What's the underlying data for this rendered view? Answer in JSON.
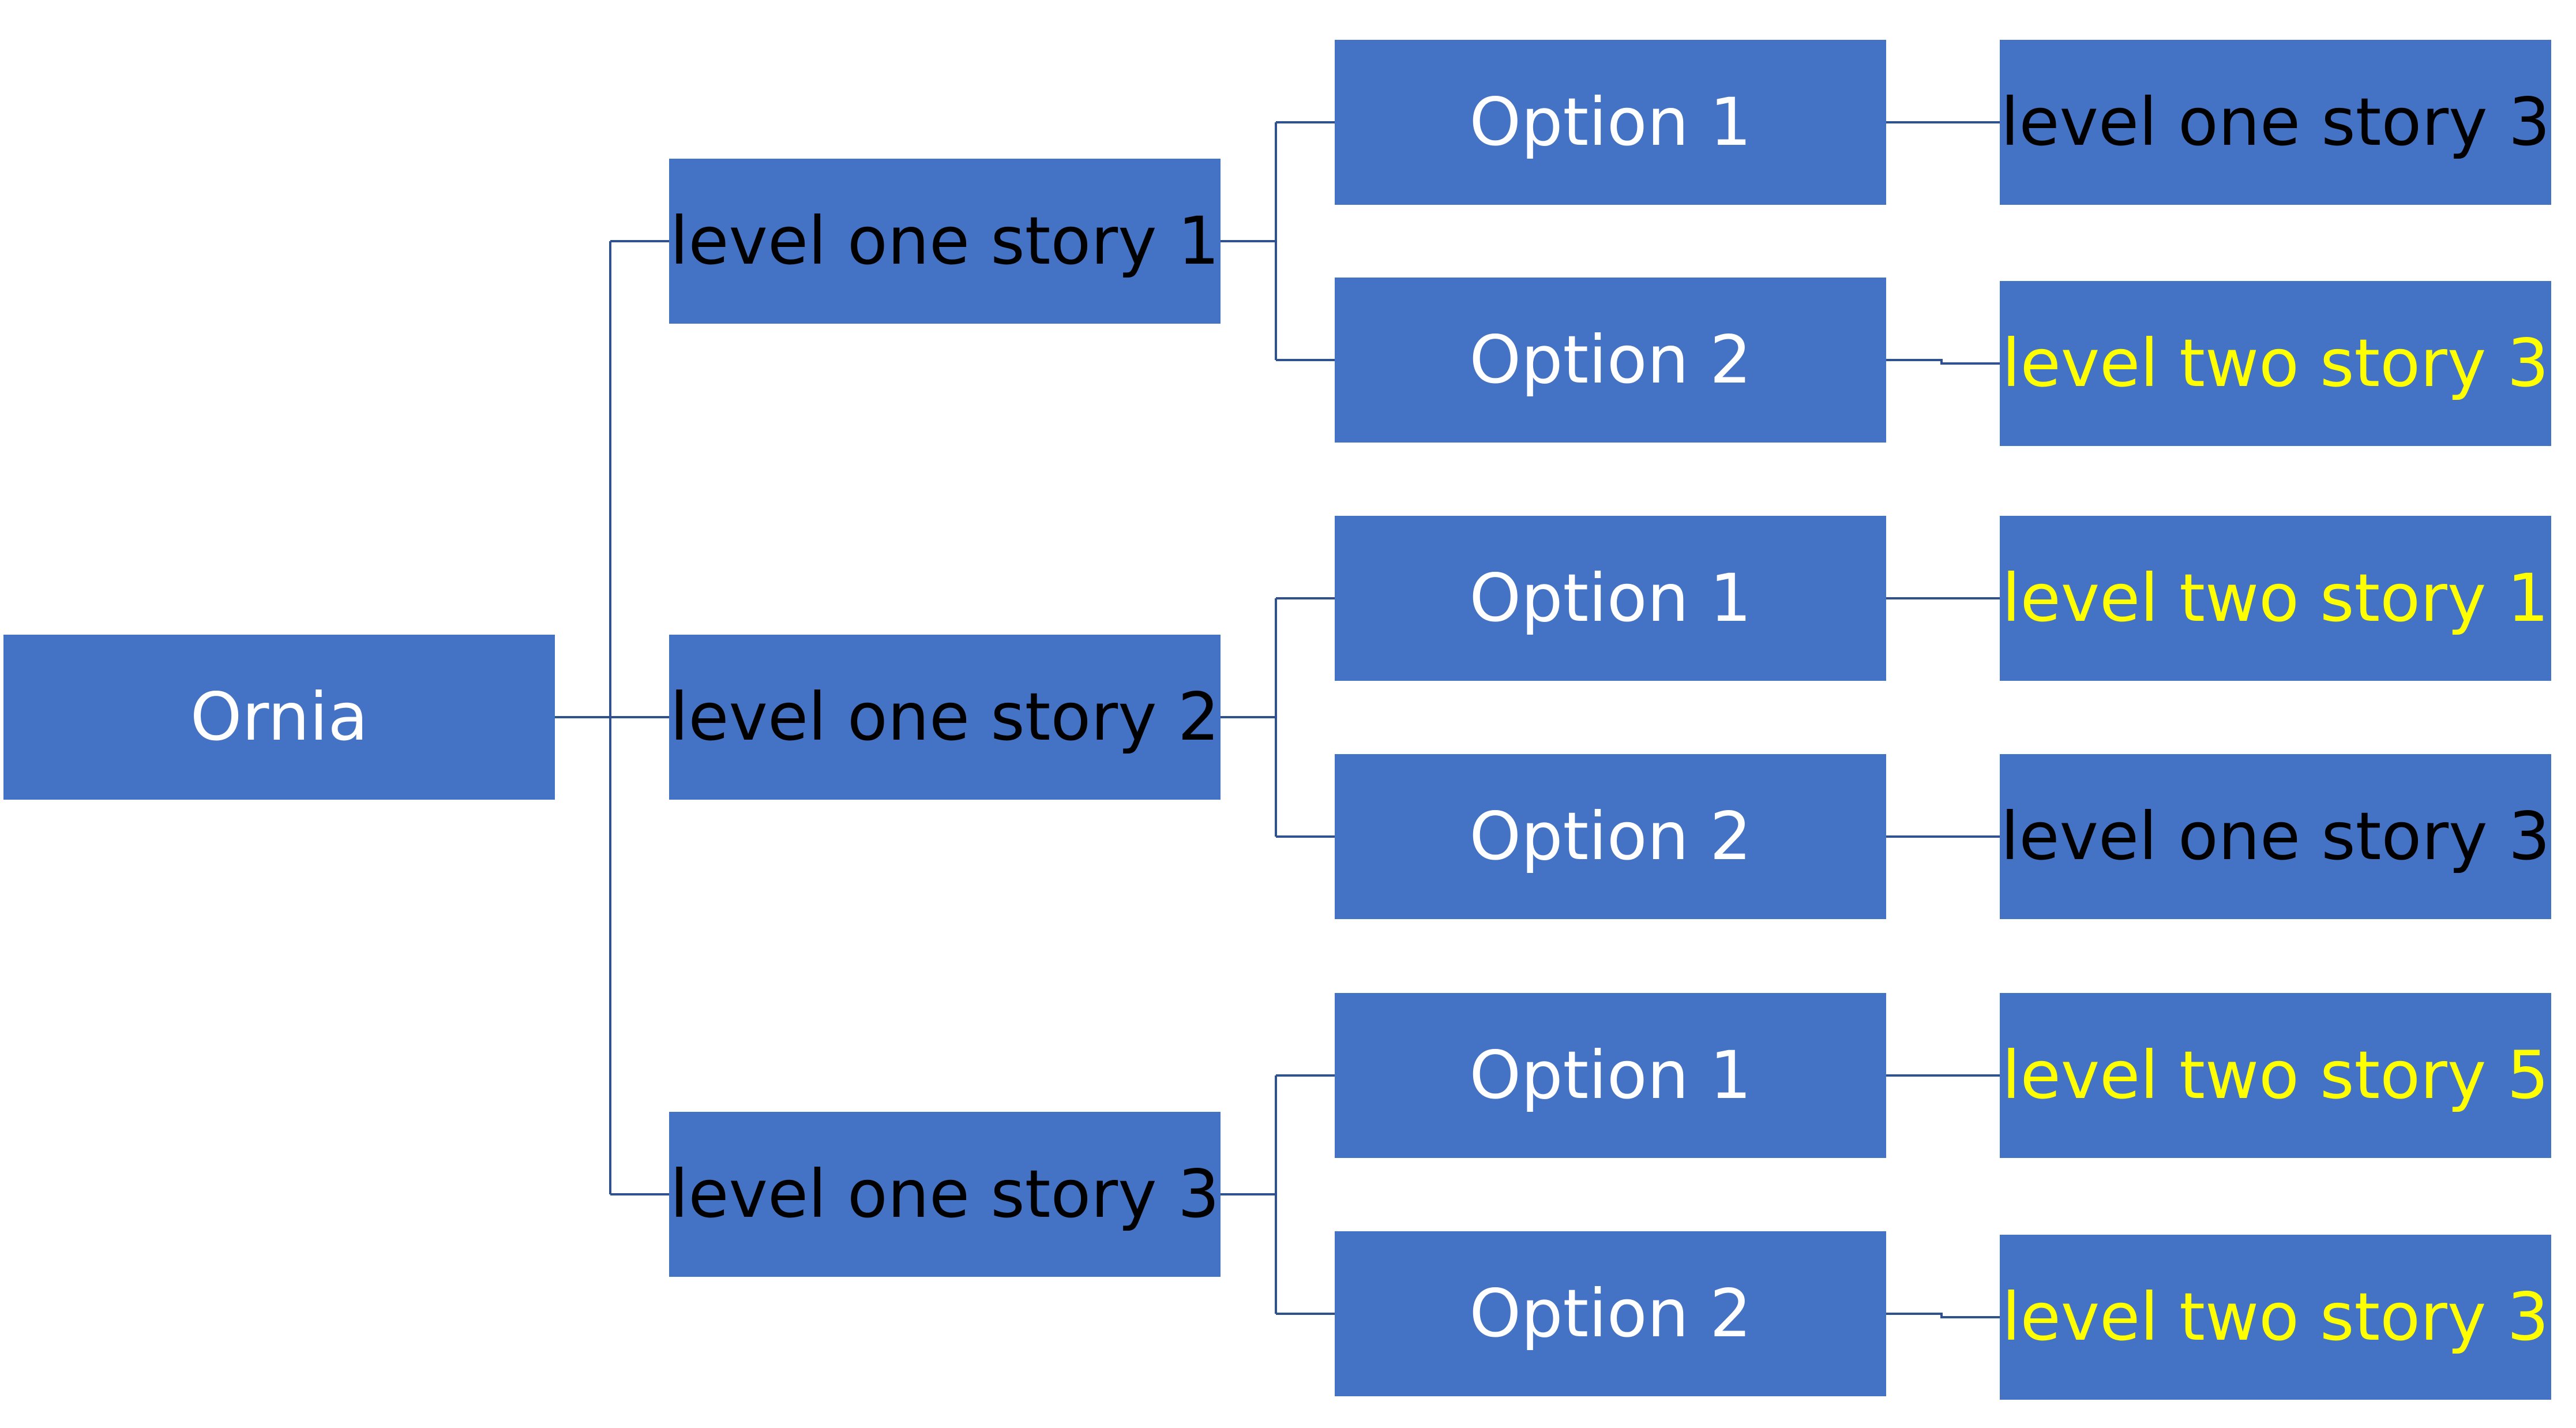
{
  "colors": {
    "box_fill": "#4472C4",
    "connector": "#2F528F",
    "text_white": "#FFFFFF",
    "text_black": "#000000",
    "text_yellow": "#FFFF00"
  },
  "root": {
    "label": "Ornia",
    "text_color": "#FFFFFF"
  },
  "level_one": [
    {
      "label": "level one story 1",
      "text_color": "#000000"
    },
    {
      "label": "level one story 2",
      "text_color": "#000000"
    },
    {
      "label": "level one story 3",
      "text_color": "#000000"
    }
  ],
  "options": [
    {
      "option1": {
        "label": "Option 1",
        "text_color": "#FFFFFF"
      },
      "option2": {
        "label": "Option 2",
        "text_color": "#FFFFFF"
      }
    },
    {
      "option1": {
        "label": "Option 1",
        "text_color": "#FFFFFF"
      },
      "option2": {
        "label": "Option 2",
        "text_color": "#FFFFFF"
      }
    },
    {
      "option1": {
        "label": "Option 1",
        "text_color": "#FFFFFF"
      },
      "option2": {
        "label": "Option 2",
        "text_color": "#FFFFFF"
      }
    }
  ],
  "outcomes": [
    {
      "option1": {
        "label": "level one story 3",
        "text_color": "#000000"
      },
      "option2": {
        "label": "level two story 3",
        "text_color": "#FFFF00"
      }
    },
    {
      "option1": {
        "label": "level two story 1",
        "text_color": "#FFFF00"
      },
      "option2": {
        "label": "level one story 3",
        "text_color": "#000000"
      }
    },
    {
      "option1": {
        "label": "level two story 5",
        "text_color": "#FFFF00"
      },
      "option2": {
        "label": "level two story 3",
        "text_color": "#FFFF00"
      }
    }
  ]
}
